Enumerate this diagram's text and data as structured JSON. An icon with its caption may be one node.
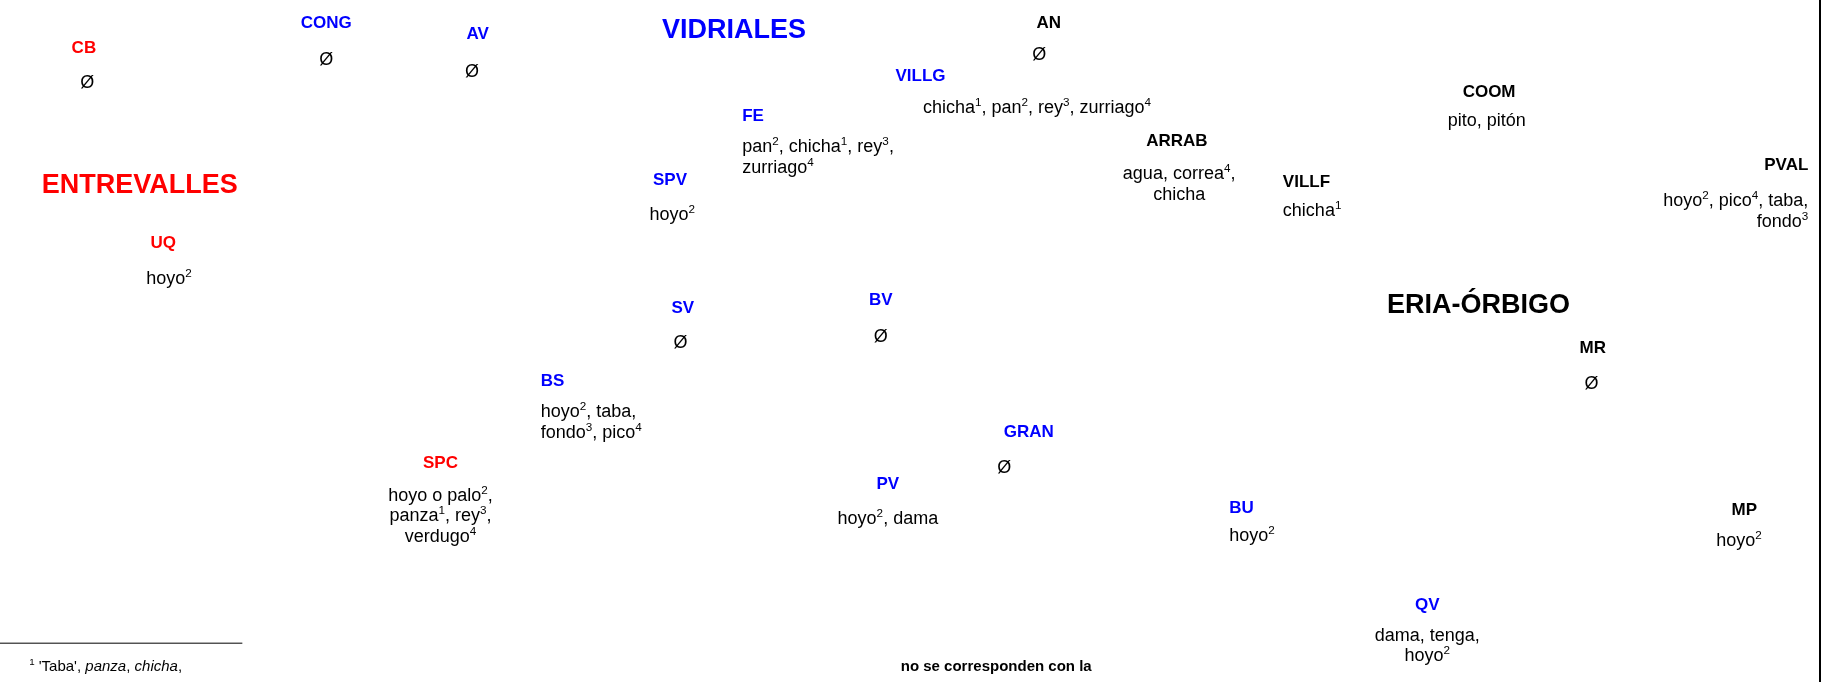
{
  "diagram": {
    "labels": [
      "CB",
      "Ø",
      "CONG",
      "Ø",
      "AV",
      "Ø",
      "VIDRIALES",
      "AN",
      "Ø",
      "VILLG",
      "chicha$^{1}$, pan$^{2}$, rey$^{3}$, zurriago$^{4}$",
      "COOM",
      "pito, pitón",
      "FE",
      "pan$^{2}$, chicha$^{1}$, rey$^{3}$, zurriago$^{4}$",
      "ENTREVALLES",
      "SPV",
      "hoyo$^{2}$",
      "ARRAB",
      "agua, correa$^{4}$, chicha",
      "VILLF",
      "chicha$^{1}$",
      "PVAL",
      "hoyo$^{2}$, pico$^{4}$, taba, fondo$^{3}$",
      "UQ",
      "hoyo$^{2}$",
      "SV",
      "Ø",
      "BV",
      "Ø",
      "ERIA-ÓRBIGO",
      "MR",
      "Ø",
      "BS",
      "hoyo$^{2}$, taba, fondo$^{3}$, pico$^{4}$",
      "GRAN",
      "Ø",
      "SPC",
      "hoyo o palo$^{2}$, panza$^{1}$, rey$^{3}$, verdugo$^{4}$",
      "PV",
      "hoyo$^{2}$, dama",
      "BU",
      "hoyo$^{2}$",
      "MP",
      "hoyo$^{2}$",
      "QV",
      "dama, tenga, hoyo$^{2}$",
      "$^{1}$ 'Taba', *panza*, *chicha*,",
      "no se corresponden con la"
    ]
  }
}
